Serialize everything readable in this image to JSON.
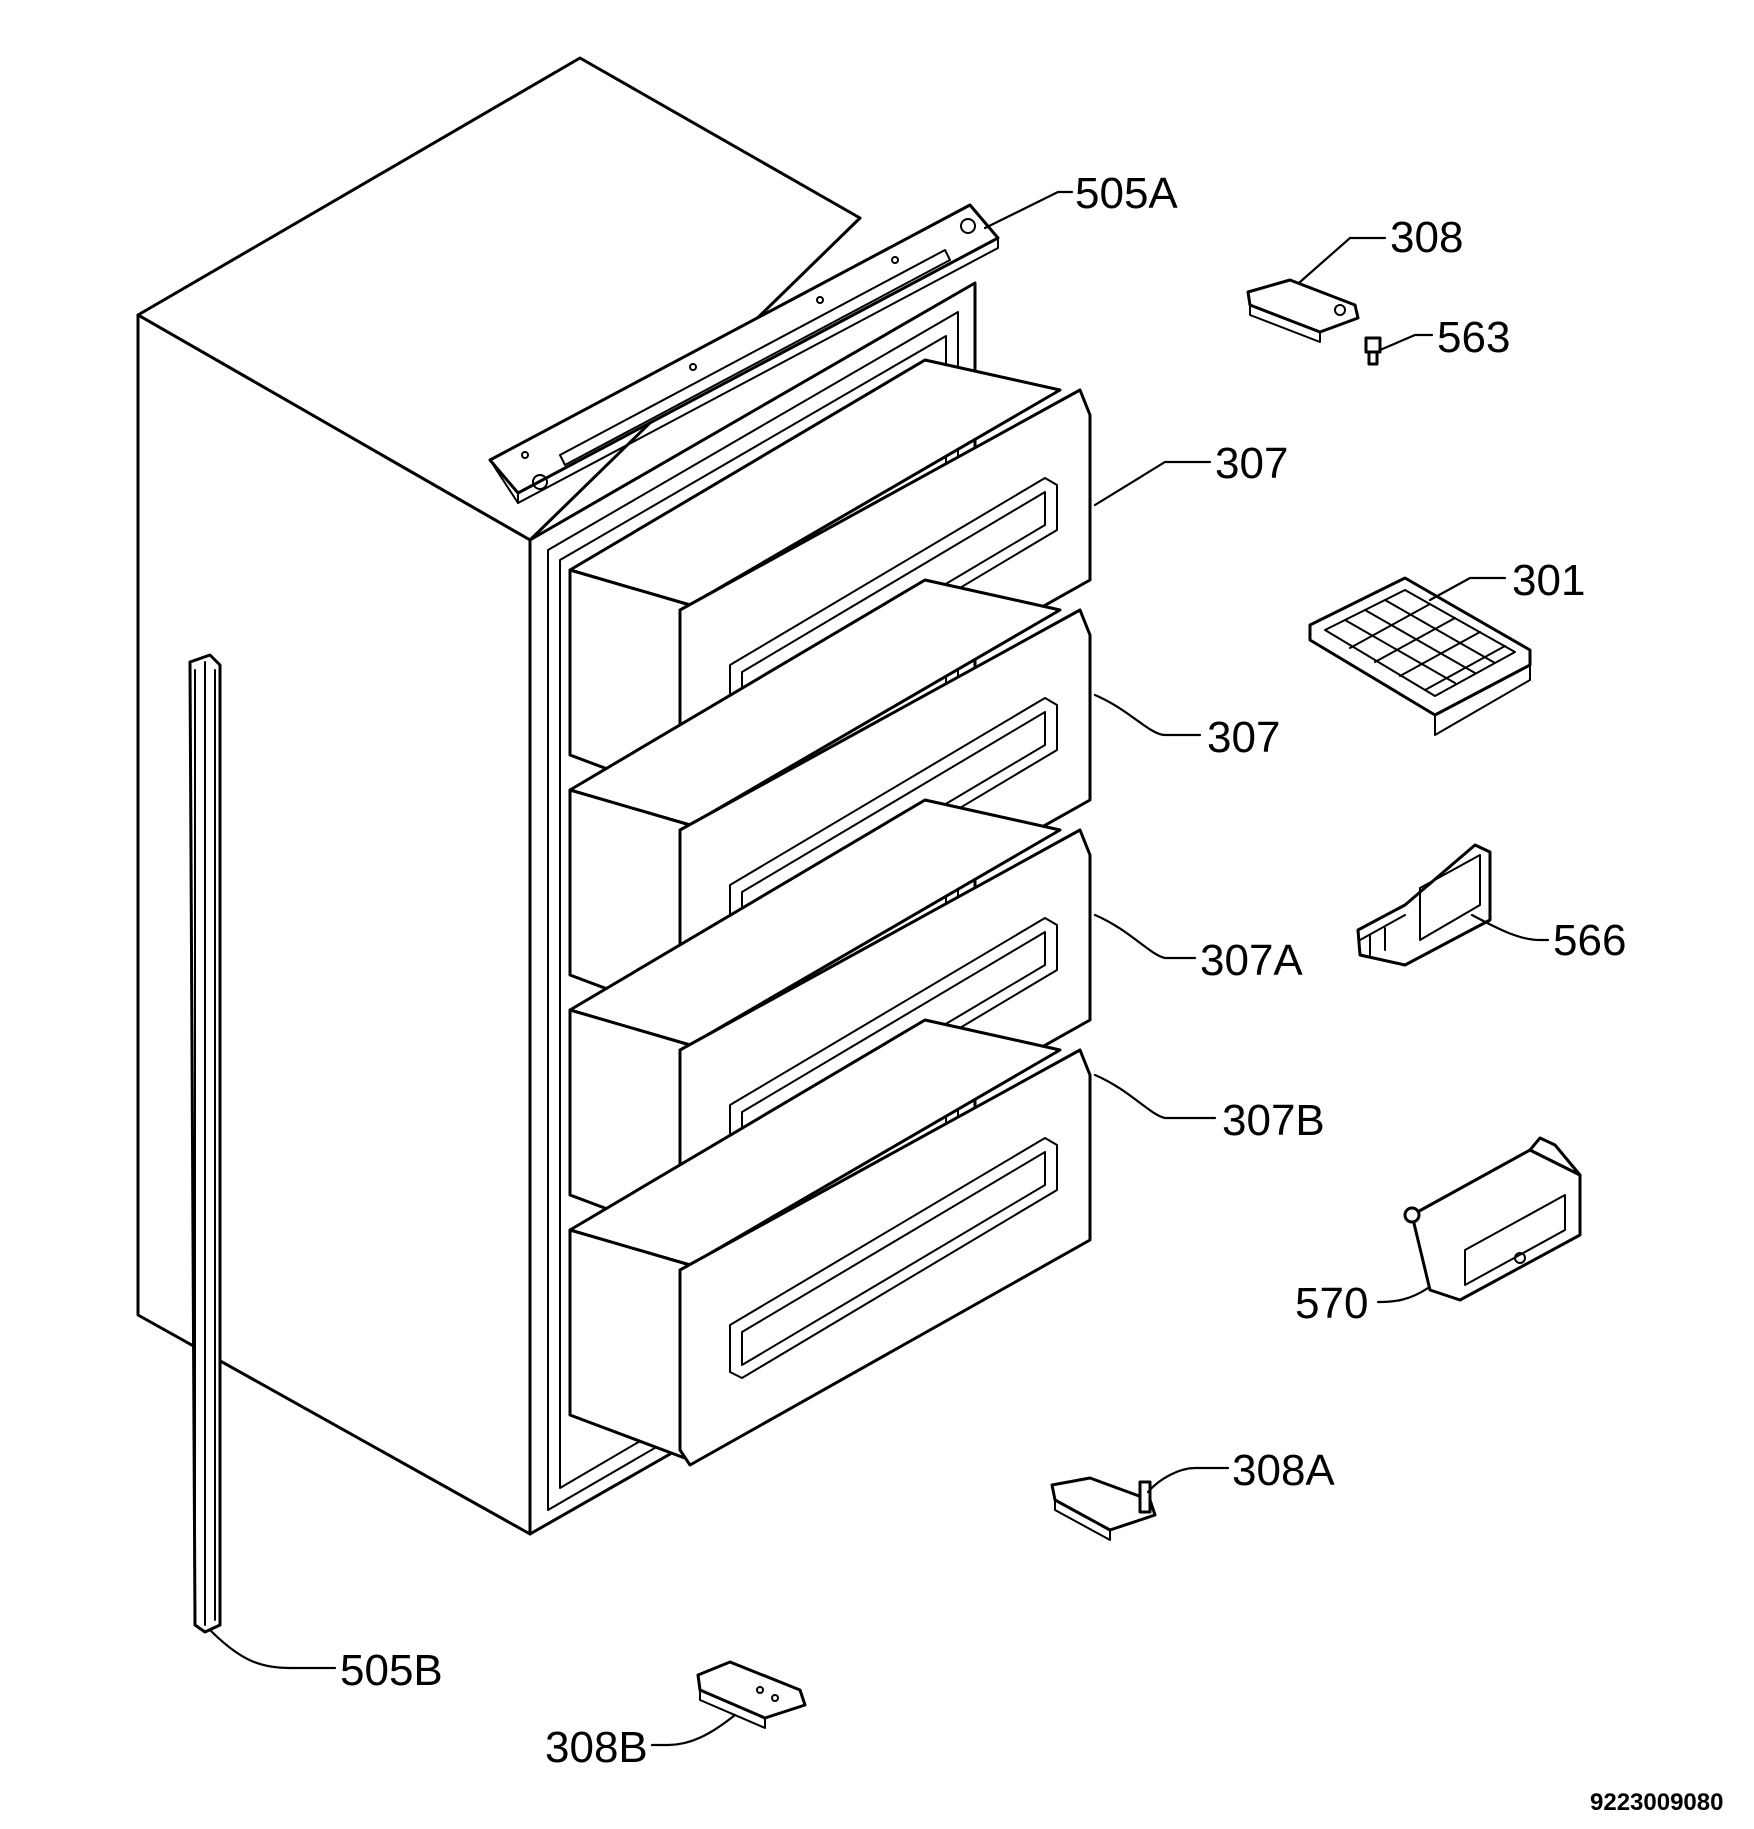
{
  "labels": {
    "p505a": "505A",
    "p308": "308",
    "p563": "563",
    "p307_top": "307",
    "p301": "301",
    "p307_second": "307",
    "p566": "566",
    "p307a": "307A",
    "p307b": "307B",
    "p570": "570",
    "p308a": "308A",
    "p505b": "505B",
    "p308b": "308B"
  },
  "drawing_code": "9223009080"
}
